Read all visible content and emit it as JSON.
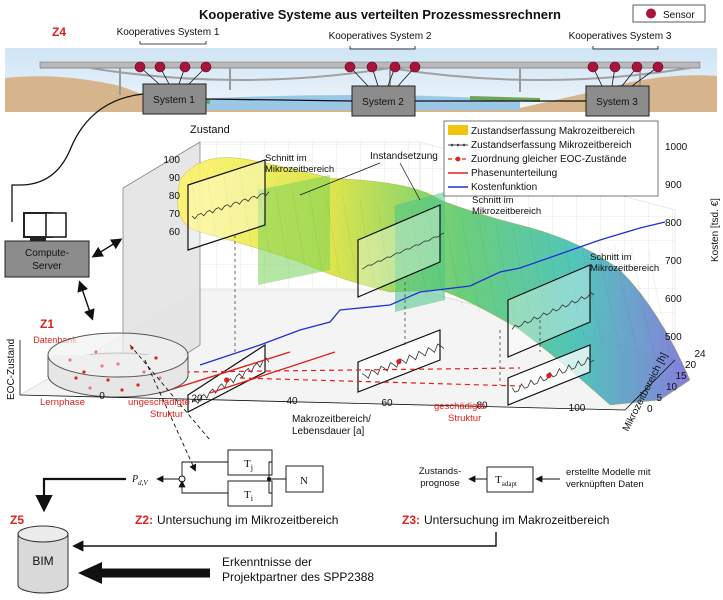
{
  "title": "Kooperative Systeme aus verteilten Prozessmessrechnern",
  "sensor_legend": "Sensor",
  "zones": {
    "z4": "Z4",
    "z1": "Z1",
    "z2": "Z2:",
    "z3": "Z3:",
    "z5": "Z5"
  },
  "bridge": {
    "coop_labels": [
      "Kooperatives System 1",
      "Kooperatives System 2",
      "Kooperatives System 3"
    ],
    "systems": [
      "System 1",
      "System 2",
      "System 3"
    ]
  },
  "server": {
    "line1": "Compute-",
    "line2": "Server"
  },
  "datenbank": "Datenbank",
  "plot": {
    "z_label": "Zustand",
    "z_ticks": [
      "100",
      "90",
      "80",
      "70",
      "60"
    ],
    "x_label_1": "Makrozeitbereich/",
    "x_label_2": "Lebensdauer [a]",
    "x_ticks": [
      "0",
      "20",
      "40",
      "60",
      "80",
      "100"
    ],
    "y_label": "Mikrozeitbereich [h]",
    "y_ticks": [
      "0",
      "5",
      "10",
      "15",
      "20",
      "24"
    ],
    "eoc_label": "EOC-Zustand",
    "cost_label": "Kosten [tsd. €]",
    "cost_ticks": [
      "1000",
      "900",
      "800",
      "700",
      "600",
      "500"
    ],
    "schnitt": [
      "Schnitt im",
      "Mikrozeitbereich"
    ],
    "instandsetzung": "Instandsetzung",
    "lernphase": "Lernphase",
    "ungeschaedigt": [
      "ungeschädigte",
      "Struktur"
    ],
    "geschaedigt": [
      "geschädigte",
      "Struktur"
    ]
  },
  "legend": [
    {
      "label": "Zustandserfassung Makrozeitbereich",
      "color": "#f1c40f"
    },
    {
      "label": "Zustandserfassung Mikrozeitbereich",
      "color": "#444444"
    },
    {
      "label": "Zuordnung gleicher EOC-Zustände",
      "color": "#e0201b"
    },
    {
      "label": "Phasenunterteilung",
      "color": "#e0201b"
    },
    {
      "label": "Kostenfunktion",
      "color": "#1f2fd6"
    }
  ],
  "block": {
    "tj": "T",
    "tj_sub": "j",
    "ti": "T",
    "ti_sub": "i",
    "n": "N",
    "out": "P",
    "out_sub": "d,V"
  },
  "adapt": {
    "prog1": "Zustands-",
    "prog2": "prognose",
    "t": "T",
    "t_sub": "adapt",
    "m1": "erstellte Modelle mit",
    "m2": "verknüpften Daten"
  },
  "captions": {
    "z2": "Untersuchung im Mikrozeitbereich",
    "z3": "Untersuchung im Makrozeitbereich"
  },
  "bim": "BIM",
  "partner": [
    "Erkenntnisse der",
    "Projektpartner des SPP2388"
  ]
}
